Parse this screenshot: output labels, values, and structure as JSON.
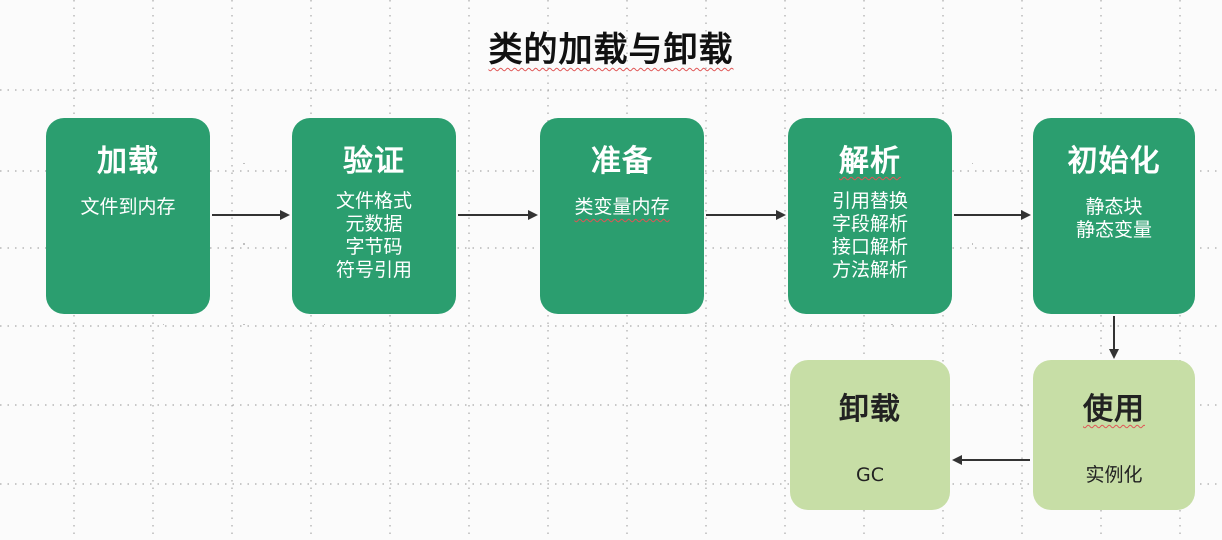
{
  "title": "类的加载与卸载",
  "steps": [
    {
      "head": "加载",
      "lines": [
        "文件到内存"
      ]
    },
    {
      "head": "验证",
      "lines": [
        "文件格式",
        "元数据",
        "字节码",
        "符号引用"
      ]
    },
    {
      "head": "准备",
      "lines": [
        "类变量内存"
      ]
    },
    {
      "head": "解析",
      "lines": [
        "引用替换",
        "字段解析",
        "接口解析",
        "方法解析"
      ]
    },
    {
      "head": "初始化",
      "lines": [
        "静态块",
        "静态变量"
      ]
    }
  ],
  "usage": {
    "head": "使用",
    "lines": [
      "实例化"
    ]
  },
  "unload": {
    "head": "卸载",
    "lines": [
      "GC"
    ]
  },
  "colors": {
    "primary_box": "#2b9e6f",
    "secondary_box": "#c7dea6",
    "arrow": "#333333"
  }
}
